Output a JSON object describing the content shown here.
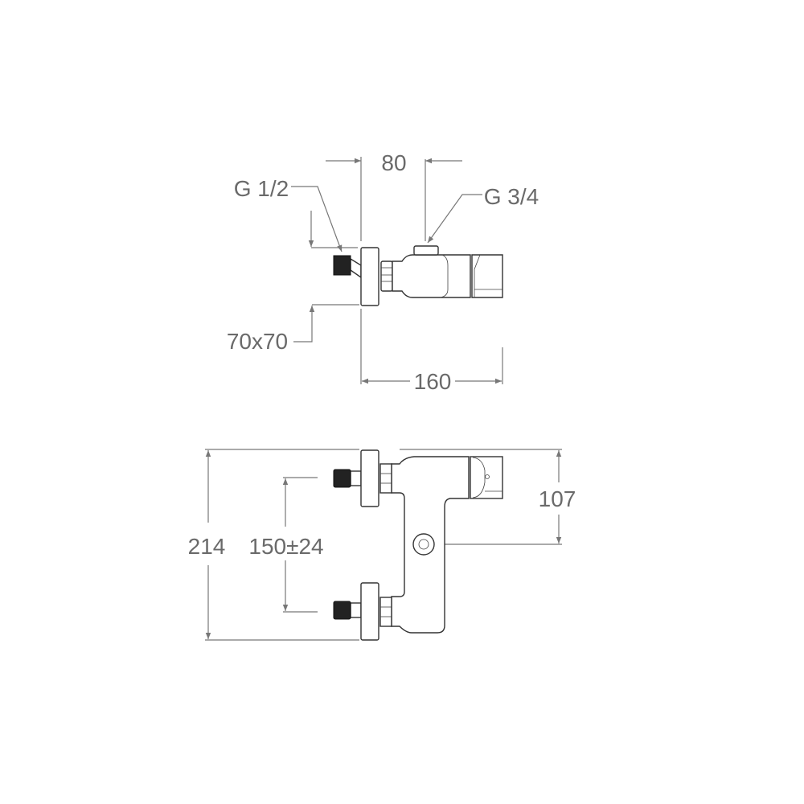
{
  "top_view": {
    "labels": {
      "width_80": "80",
      "inlet_thread": "G 1/2",
      "outlet_thread": "G 3/4",
      "flange_size": "70x70",
      "depth_160": "160"
    }
  },
  "front_view": {
    "labels": {
      "height_214": "214",
      "inlet_spacing": "150±24",
      "outlet_offset": "107"
    }
  },
  "colors": {
    "line": "#333333",
    "dimension": "#777777",
    "text": "#6a6a6a"
  }
}
